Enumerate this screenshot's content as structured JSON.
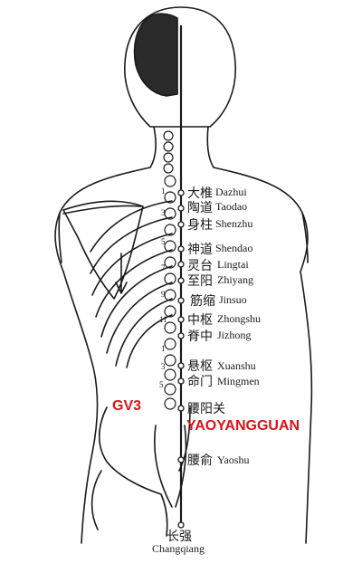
{
  "colors": {
    "line": "#1a1a1a",
    "highlight": "#d8141a",
    "background": "#ffffff"
  },
  "highlight": {
    "code": "GV3",
    "name": "YAOYANGGUAN"
  },
  "vertebra_numbers": {
    "v1": "1",
    "v3": "3",
    "v5": "5",
    "v7": "7",
    "v9": "9",
    "v11": "11",
    "l1": "1",
    "l3": "3",
    "l5": "5"
  },
  "points": [
    {
      "cn": "大椎",
      "py": "Dazhui"
    },
    {
      "cn": "陶道",
      "py": "Taodao"
    },
    {
      "cn": "身柱",
      "py": "Shenzhu"
    },
    {
      "cn": "神道",
      "py": "Shendao"
    },
    {
      "cn": "灵台",
      "py": "Lingtai"
    },
    {
      "cn": "至阳",
      "py": "Zhiyang"
    },
    {
      "cn": "筋缩",
      "py": "Jinsuo"
    },
    {
      "cn": "中枢",
      "py": "Zhongshu"
    },
    {
      "cn": "脊中",
      "py": "Jizhong"
    },
    {
      "cn": "悬枢",
      "py": "Xuanshu"
    },
    {
      "cn": "命门",
      "py": "Mingmen"
    },
    {
      "cn": "腰阳关",
      "py": ""
    },
    {
      "cn": "腰俞",
      "py": "Yaoshu"
    },
    {
      "cn": "长强",
      "py": "Changqiang"
    }
  ]
}
